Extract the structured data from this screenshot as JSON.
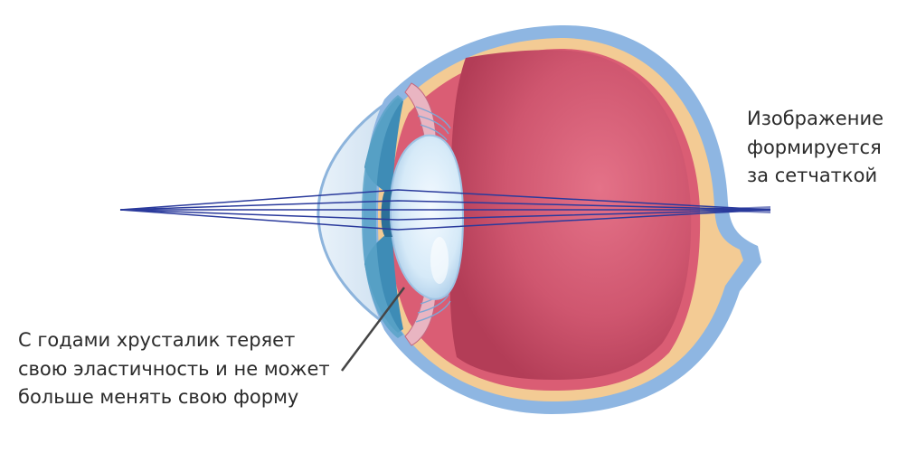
{
  "annotations": {
    "retina_focus": [
      "Изображение",
      "формируется",
      "за сетчаткой"
    ],
    "lens_elasticity": [
      "С годами хрусталик теряет",
      "свою эластичность и не может",
      "больше менять свою форму"
    ]
  },
  "colors": {
    "sclera": "#8eb6e2",
    "choroid": "#f3cb94",
    "retina": "#d8576f",
    "vitreous": "#c2455f",
    "iris": "#3e8cb6",
    "lens": "#d9ecfa",
    "light_ray": "#2a3a9c",
    "pointer": "#454545"
  }
}
